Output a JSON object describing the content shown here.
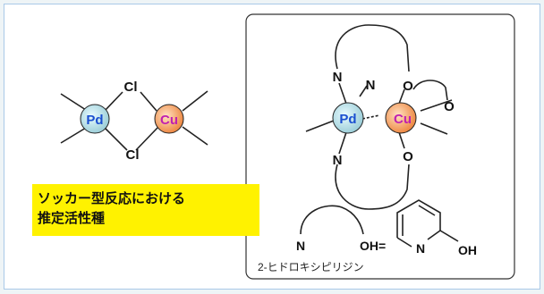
{
  "left_complex": {
    "metal_1": "Pd",
    "metal_2": "Cu",
    "bridge_top": "Cl",
    "bridge_bottom": "Cl"
  },
  "right_complex": {
    "metal_1": "Pd",
    "metal_2": "Cu",
    "n_top": "N",
    "n_mid": "N",
    "n_bottom": "N",
    "o_top": "O",
    "o_right": "O",
    "o_bottom": "O"
  },
  "caption": {
    "line_1": "ソッカー型反応における",
    "line_2": "推定活性種"
  },
  "ligand": {
    "n_label": "N",
    "oh_eq_label": "OH=",
    "ring_n_label": "N",
    "ring_oh_label": "OH",
    "name": "2-ヒドロキシピリジン"
  },
  "colors": {
    "pd_fill": "#bfe3ea",
    "pd_text": "#1a4fd0",
    "cu_fill": "#f3a86c",
    "cu_text": "#c020b0",
    "highlight": "#fff200",
    "frame_border": "#a9c9e8"
  }
}
